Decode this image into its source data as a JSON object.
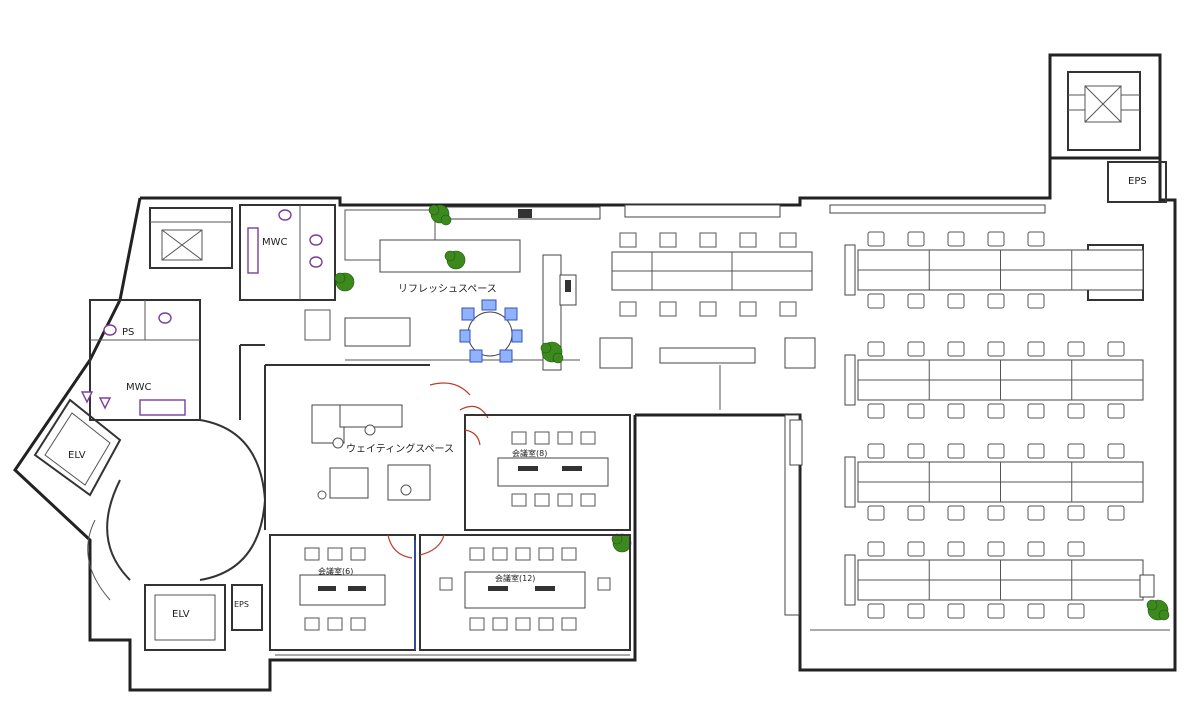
{
  "labels": {
    "refresh_space": "リフレッシュスペース",
    "waiting_space": "ウェイティングスペース",
    "meeting_room_8": "会議室(8)",
    "meeting_room_6": "会議室(6)",
    "meeting_room_12": "会議室(12)",
    "mwc_top": "MWC",
    "mwc_left": "MWC",
    "ps": "PS",
    "elv_left": "ELV",
    "elv_bottom": "ELV",
    "eps_left": "EPS",
    "eps_right": "EPS"
  },
  "colors": {
    "wall": "#333333",
    "door": "#c0392b",
    "plant": "#3c8a1e",
    "toilet_fixture": "#7a3fa0"
  }
}
